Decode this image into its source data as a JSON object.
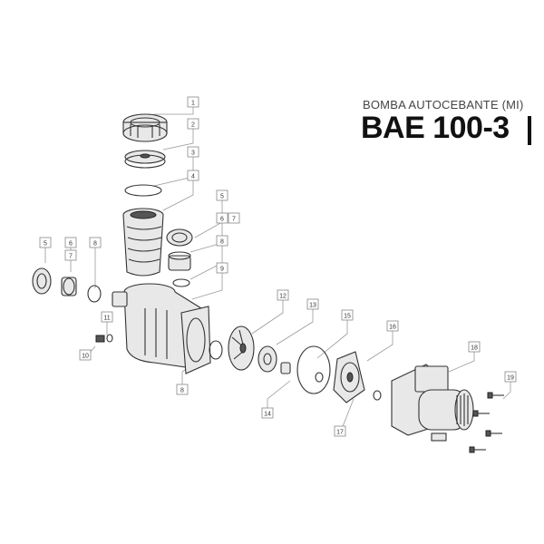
{
  "header": {
    "subtitle": "BOMBA AUTOCEBANTE (MI)",
    "title": "BAE 100-3"
  },
  "callouts": [
    "1",
    "2",
    "3",
    "4",
    "5",
    "6",
    "7",
    "8",
    "9",
    "10",
    "11",
    "12",
    "13",
    "14",
    "15",
    "16",
    "17",
    "18",
    "19"
  ]
}
